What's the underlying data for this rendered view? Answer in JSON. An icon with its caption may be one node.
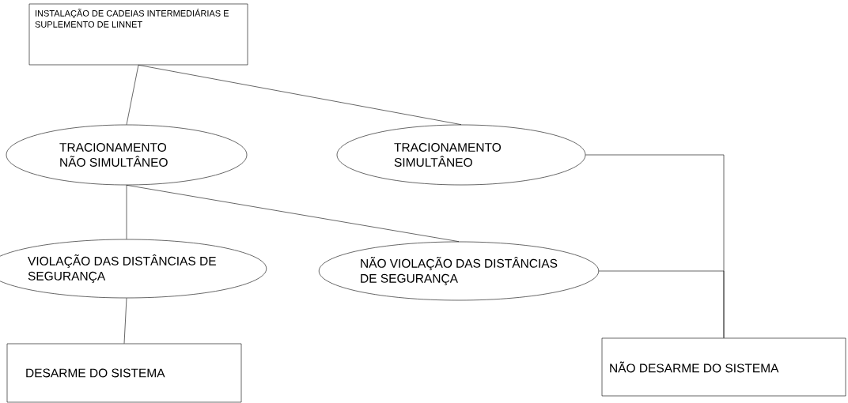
{
  "diagram": {
    "nodes": [
      {
        "text": [
          "INSTALAÇÃO DE CADEIAS INTERMEDIÁRIAS E SUPLEMENTO DE LINNET"
        ]
      },
      {
        "text": [
          "TRACIONAMENTO NÃO SIMULTÂNEO"
        ]
      },
      {
        "text": [
          "TRACIONAMENTO SIMULTÂNEO"
        ]
      },
      {
        "text": [
          "VIOLAÇÃO DAS DISTÂNCIAS DE SEGURANÇA"
        ]
      },
      {
        "text": [
          "NÃO VIOLAÇÃO DAS DISTÂNCIAS DE SEGURANÇA"
        ]
      },
      {
        "text": [
          "DESARME DO SISTEMA"
        ]
      },
      {
        "text": [
          "NÃO DESARME DO SISTEMA"
        ]
      }
    ],
    "edges": [
      {
        "from": 0,
        "to": 1,
        "arrow": "none"
      },
      {
        "from": 0,
        "to": 2,
        "arrow": "none"
      },
      {
        "from": 1,
        "to": 3,
        "arrow": "none"
      },
      {
        "from": 1,
        "to": 4,
        "arrow": "none"
      },
      {
        "from": 3,
        "to": 5,
        "arrow": "none"
      },
      {
        "from": 2,
        "to": 6,
        "arrow": "none"
      },
      {
        "from": 4,
        "to": 6,
        "arrow": "none"
      }
    ]
  }
}
